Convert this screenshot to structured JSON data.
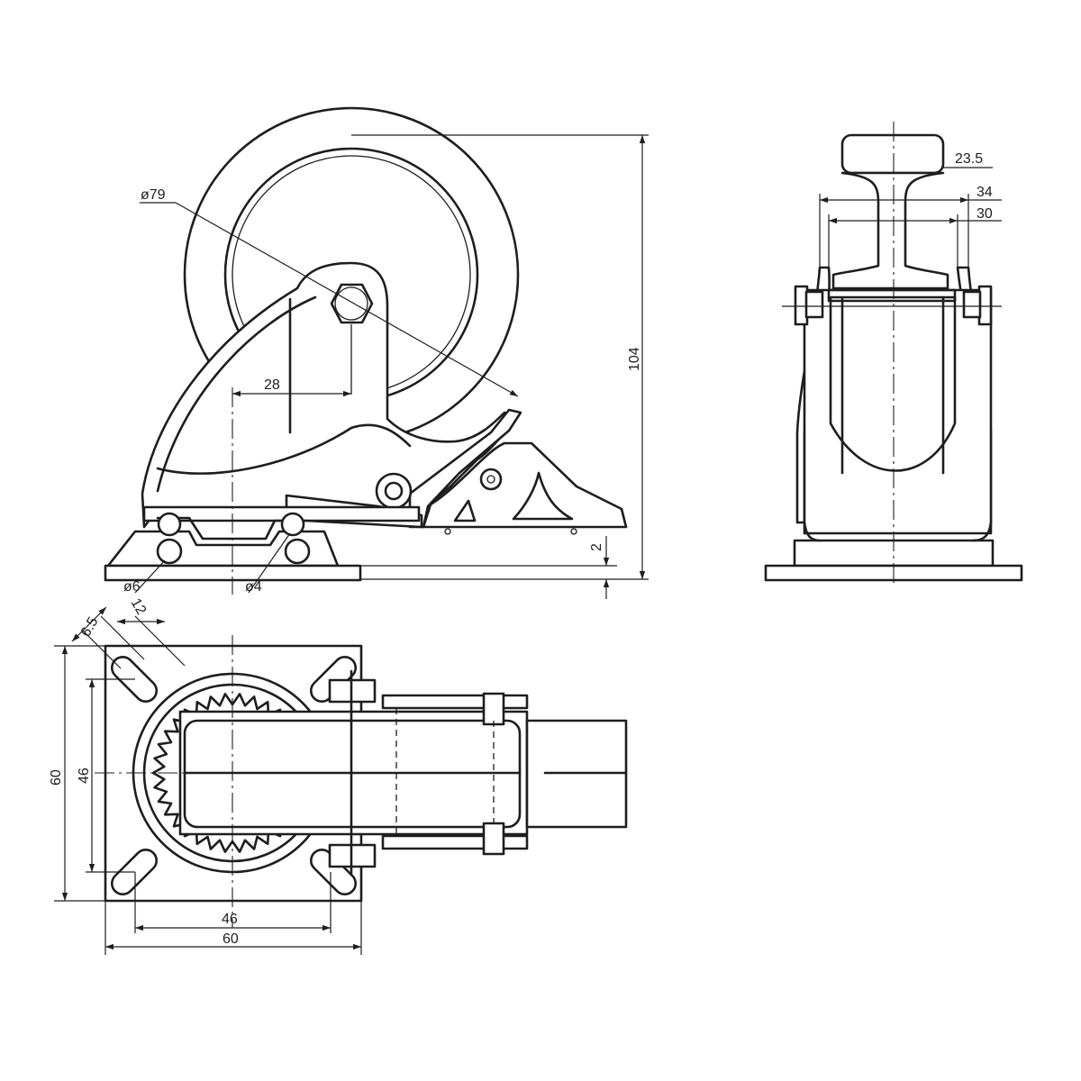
{
  "labels": {
    "wheel_diameter": "ø79",
    "axle_offset": "28",
    "overall_height": "104",
    "ball_small": "ø6",
    "ball_large": "ø4",
    "base_gap": "2",
    "tread_width": "23.5",
    "fork_outer": "34",
    "fork_inner": "30",
    "slot_width": "6.5",
    "slot_length": "12",
    "plate_height": "60",
    "hole_pitch_v": "46",
    "hole_pitch_h": "46",
    "plate_width": "60"
  }
}
